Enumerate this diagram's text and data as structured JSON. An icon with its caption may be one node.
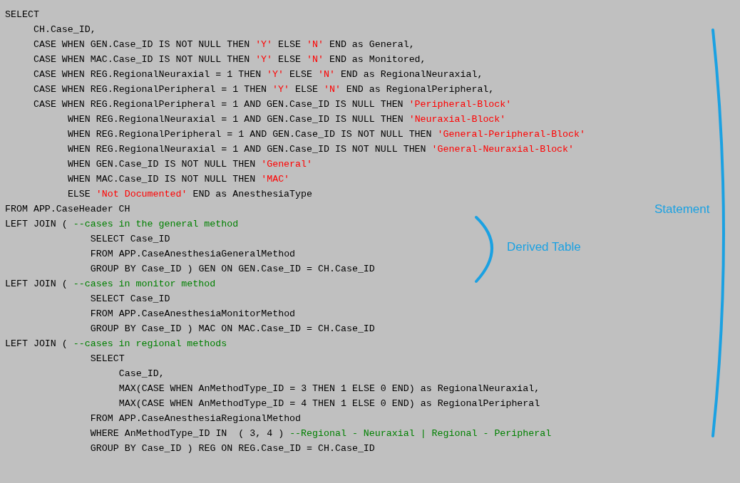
{
  "diagram": {
    "labels": [
      "SELECT",
      "CH.Case_ID,",
      "CASE WHEN GEN.Case_ID IS NOT NULL THEN 'Y' ELSE 'N' END as General,",
      "CASE WHEN MAC.Case_ID IS NOT NULL THEN 'Y' ELSE 'N' END as Monitored,",
      "CASE WHEN REG.RegionalNeuraxial = 1 THEN 'Y' ELSE 'N' END as RegionalNeuraxial,",
      "CASE WHEN REG.RegionalPeripheral = 1 THEN 'Y' ELSE 'N' END as RegionalPeripheral,",
      "CASE WHEN REG.RegionalPeripheral = 1 AND GEN.Case_ID IS NULL THEN 'Peripheral-Block'",
      "WHEN REG.RegionalNeuraxial = 1 AND GEN.Case_ID IS NULL THEN 'Neuraxial-Block'",
      "WHEN REG.RegionalPeripheral = 1 AND GEN.Case_ID IS NOT NULL THEN 'General-Peripheral-Block'",
      "WHEN REG.RegionalNeuraxial = 1 AND GEN.Case_ID IS NOT NULL THEN 'General-Neuraxial-Block'",
      "WHEN GEN.Case_ID IS NOT NULL THEN 'General'",
      "WHEN MAC.Case_ID IS NOT NULL THEN 'MAC'",
      "ELSE 'Not Documented' END as AnesthesiaType",
      "FROM APP.CaseHeader CH",
      "LEFT JOIN ( --cases in the general method",
      "SELECT Case_ID",
      "FROM APP.CaseAnesthesiaGeneralMethod",
      "GROUP BY Case_ID ) GEN ON GEN.Case_ID = CH.Case_ID",
      "LEFT JOIN ( --cases in monitor method",
      "SELECT Case_ID",
      "FROM APP.CaseAnesthesiaMonitorMethod",
      "GROUP BY Case_ID ) MAC ON MAC.Case_ID = CH.Case_ID",
      "LEFT JOIN ( --cases in regional methods",
      "SELECT",
      "Case_ID,",
      "MAX(CASE WHEN AnMethodType_ID = 3 THEN 1 ELSE 0 END) as RegionalNeuraxial,",
      "MAX(CASE WHEN AnMethodType_ID = 4 THEN 1 ELSE 0 END) as RegionalPeripheral",
      "FROM APP.CaseAnesthesiaRegionalMethod",
      "WHERE AnMethodType_ID IN  ( 3, 4 ) --Regional - Neuraxial | Regional - Peripheral",
      "GROUP BY Case_ID ) REG ON REG.Case_ID = CH.Case_ID",
      "Statement",
      "Derived Table"
    ]
  }
}
